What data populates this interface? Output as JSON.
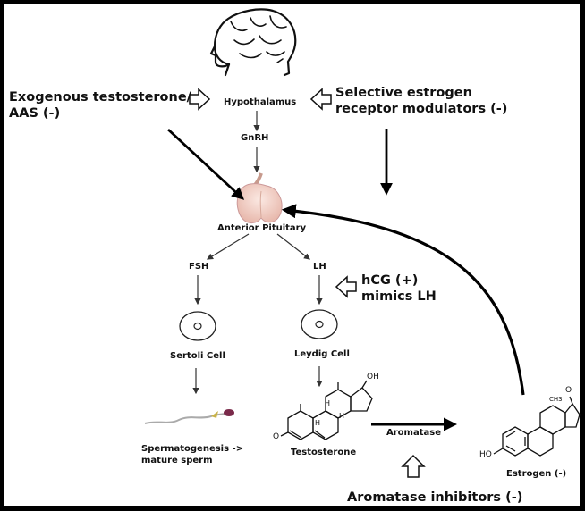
{
  "labels": {
    "hypothalamus": "Hypothalamus",
    "gnrh": "GnRH",
    "anterior_pituitary": "Anterior Pituitary",
    "fsh": "FSH",
    "lh": "LH",
    "sertoli_cell": "Sertoli Cell",
    "leydig_cell": "Leydig Cell",
    "spermatogenesis": "Spermatogenesis ->\nmature sperm",
    "testosterone": "Testosterone",
    "aromatase": "Aromatase",
    "estrogen": "Estrogen (-)",
    "exogenous": "Exogenous testosterone/\nAAS (-)",
    "serm": "Selective estrogen\nreceptor modulators (-)",
    "hcg": "hCG (+)\nmimics LH",
    "aromatase_inhibitors": "Aromatase inhibitors (-)"
  },
  "chem": {
    "testosterone_oh": "OH",
    "testosterone_o": "O",
    "estrogen_o": "O",
    "estrogen_ho": "HO",
    "methyl": "CH3",
    "h": "H"
  },
  "icons": [
    "brain-head-icon",
    "pituitary-gland-icon",
    "cell-icon",
    "sperm-icon",
    "steroid-structure-icon"
  ]
}
